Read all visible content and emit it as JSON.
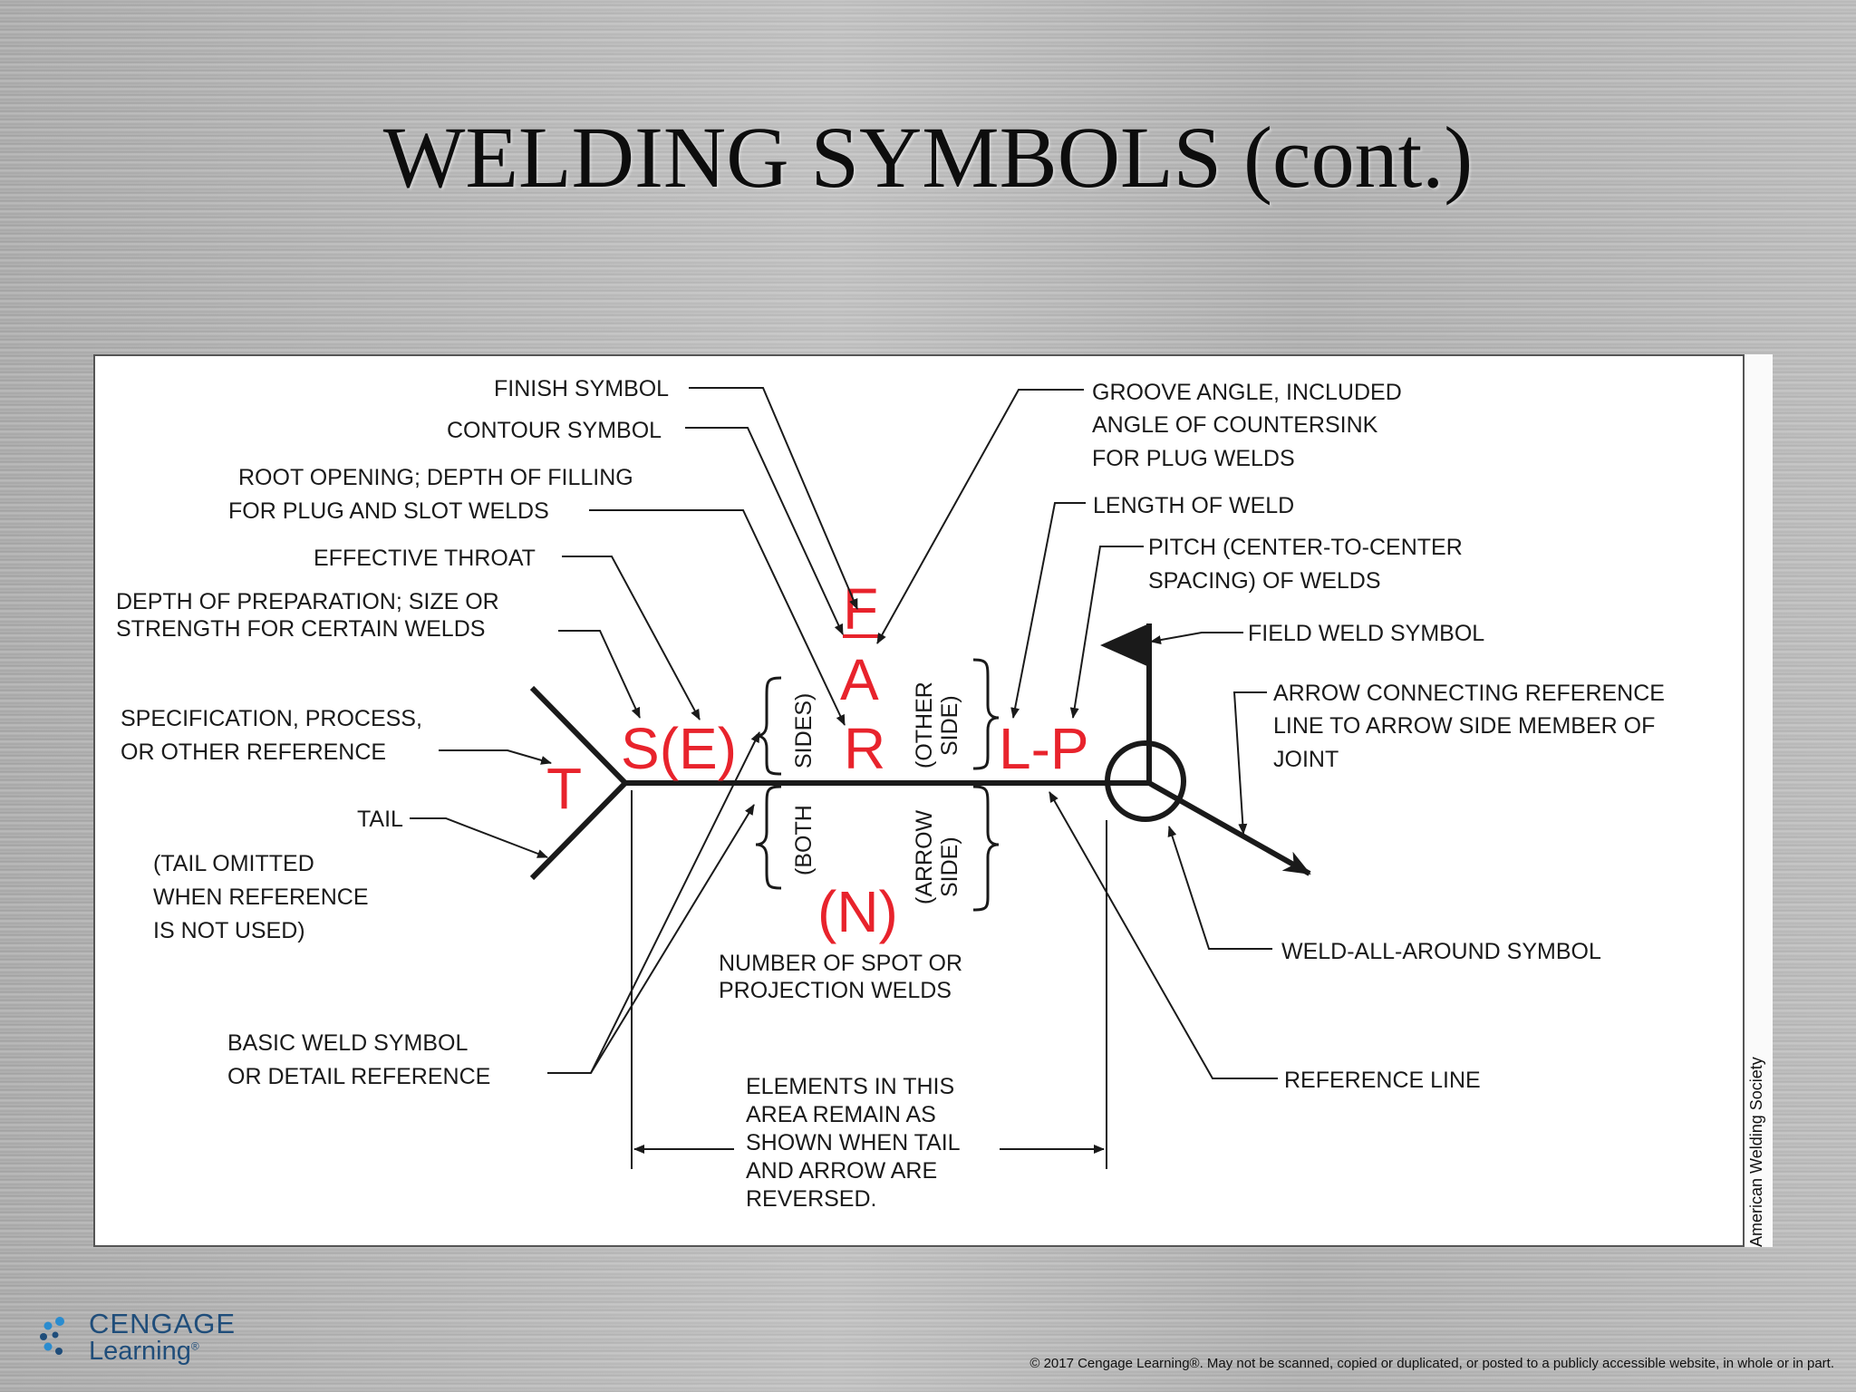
{
  "slide": {
    "title": "WELDING SYMBOLS (cont.)",
    "credit": "American Welding Society",
    "copyright": "© 2017 Cengage Learning®. May not be scanned, copied or duplicated, or posted to a publicly accessible website, in whole or in part.",
    "logo": {
      "line1": "CENGAGE",
      "line2": "Learning",
      "reg": "®"
    }
  },
  "diagram": {
    "letters": {
      "F": "F",
      "A": "A",
      "R": "R",
      "T": "T",
      "SE": "S(E)",
      "LP": "L-P",
      "N": "(N)"
    },
    "brace_text": {
      "sides": "SIDES)",
      "both": "(BOTH",
      "other1": "(OTHER",
      "other2": "SIDE)",
      "arrow1": "(ARROW",
      "arrow2": "SIDE)"
    },
    "labels": {
      "finish": "FINISH SYMBOL",
      "contour": "CONTOUR SYMBOL",
      "root1": "ROOT OPENING; DEPTH OF FILLING",
      "root2": "FOR PLUG AND SLOT WELDS",
      "throat": "EFFECTIVE THROAT",
      "depth1": "DEPTH OF PREPARATION; SIZE OR",
      "depth2": "STRENGTH FOR CERTAIN WELDS",
      "spec1": "SPECIFICATION, PROCESS,",
      "spec2": "OR OTHER REFERENCE",
      "tail": "TAIL",
      "omit1": "(TAIL OMITTED",
      "omit2": "WHEN REFERENCE",
      "omit3": "IS NOT USED)",
      "basic1": "BASIC WELD SYMBOL",
      "basic2": "OR DETAIL REFERENCE",
      "number1": "NUMBER OF SPOT OR",
      "number2": "PROJECTION WELDS",
      "elem1": "ELEMENTS IN THIS",
      "elem2": "AREA REMAIN AS",
      "elem3": "SHOWN WHEN TAIL",
      "elem4": "AND ARROW ARE",
      "elem5": "REVERSED.",
      "groove1": "GROOVE ANGLE, INCLUDED",
      "groove2": "ANGLE OF COUNTERSINK",
      "groove3": "FOR PLUG WELDS",
      "length": "LENGTH OF WELD",
      "pitch1": "PITCH (CENTER-TO-CENTER",
      "pitch2": "SPACING) OF WELDS",
      "field": "FIELD WELD SYMBOL",
      "arrow1": "ARROW CONNECTING REFERENCE",
      "arrow2": "LINE TO ARROW SIDE MEMBER OF",
      "arrow3": "JOINT",
      "weldall": "WELD-ALL-AROUND SYMBOL",
      "refline": "REFERENCE LINE"
    }
  }
}
